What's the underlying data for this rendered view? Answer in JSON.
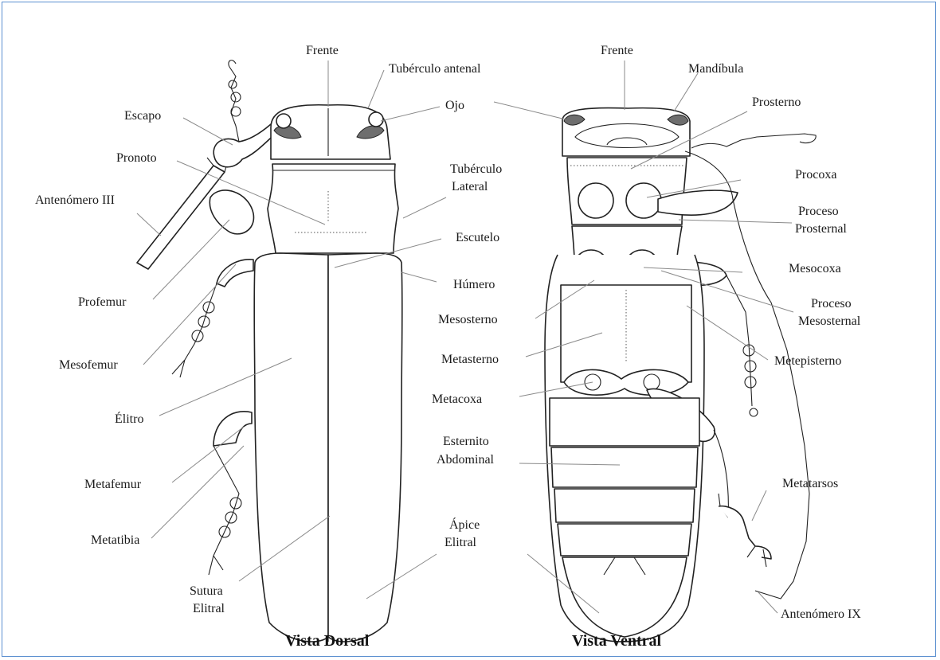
{
  "colors": {
    "frame": "#5b8fd0",
    "ink": "#222222",
    "eye_fill": "#6e6e6e"
  },
  "dorsal": {
    "title": "Vista Dorsal",
    "labels": {
      "frente": "Frente",
      "tuberculo_antenal": "Tubérculo antenal",
      "escapo": "Escapo",
      "ojo": "Ojo",
      "pronoto": "Pronoto",
      "tuberculo_lateral_1": "Tubérculo",
      "tuberculo_lateral_2": "Lateral",
      "antenomero_iii": "Antenómero III",
      "escutelo": "Escutelo",
      "humero": "Húmero",
      "profemur": "Profemur",
      "mesofemur": "Mesofemur",
      "elitro": "Élitro",
      "metafemur": "Metafemur",
      "metatibia": "Metatibia",
      "sutura_1": "Sutura",
      "sutura_2": "Elitral",
      "apice_1": "Ápice",
      "apice_2": "Elitral"
    }
  },
  "ventral": {
    "title": "Vista Ventral",
    "labels": {
      "frente": "Frente",
      "mandibula": "Mandíbula",
      "prosterno": "Prosterno",
      "procoxa": "Procoxa",
      "proceso_prosternal_1": "Proceso",
      "proceso_prosternal_2": "Prosternal",
      "mesocoxa": "Mesocoxa",
      "mesosterno": "Mesosterno",
      "proceso_mesosternal_1": "Proceso",
      "proceso_mesosternal_2": "Mesosternal",
      "metasterno": "Metasterno",
      "metepisterno": "Metepisterno",
      "metacoxa": "Metacoxa",
      "esternito_1": "Esternito",
      "esternito_2": "Abdominal",
      "metatarsos": "Metatarsos",
      "antenomero_ix": "Antenómero IX"
    }
  }
}
